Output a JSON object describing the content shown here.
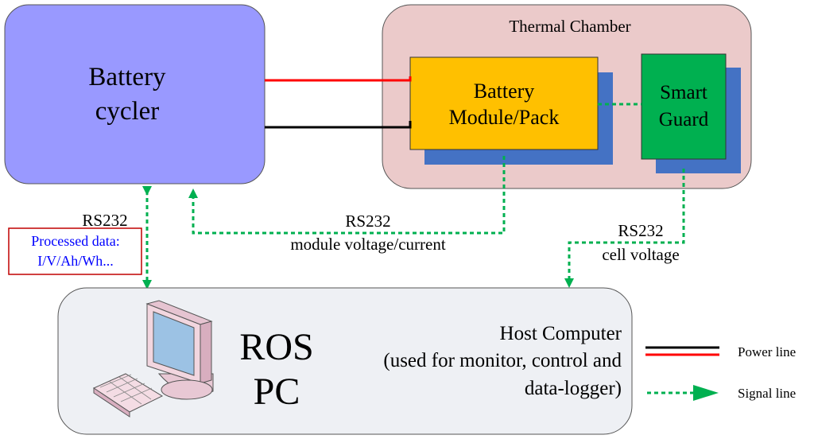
{
  "diagram": {
    "battery_cycler": {
      "line1": "Battery",
      "line2": "cycler"
    },
    "thermal_chamber": {
      "title": "Thermal Chamber"
    },
    "battery_module": {
      "line1": "Battery",
      "line2": "Module/Pack"
    },
    "smart_guard": {
      "line1": "Smart",
      "line2": "Guard"
    },
    "host_computer": {
      "ros_line1": "ROS",
      "ros_line2": "PC",
      "desc_line1": "Host Computer",
      "desc_line2": "(used for monitor, control and",
      "desc_line3": "data-logger)"
    },
    "links": {
      "rs232_left": "RS232",
      "rs232_middle": "RS232",
      "middle_sub": "module voltage/current",
      "rs232_right": "RS232",
      "right_sub": "cell voltage"
    },
    "processed_data": {
      "line1": "Processed data:",
      "line2": "I/V/Ah/Wh..."
    },
    "legend": {
      "power_line": "Power line",
      "signal_line": "Signal line"
    },
    "colors": {
      "cycler_fill": "#9999FF",
      "chamber_fill": "#EBCACA",
      "module_fill": "#FFC000",
      "module_shadow": "#4472C4",
      "guard_fill": "#00B050",
      "pc_fill": "#EEF0F4",
      "signal": "#00B050",
      "power_pos": "#FF0000",
      "power_neg": "#000000",
      "processed_text": "#0000FF",
      "processed_border": "#C00000"
    }
  }
}
